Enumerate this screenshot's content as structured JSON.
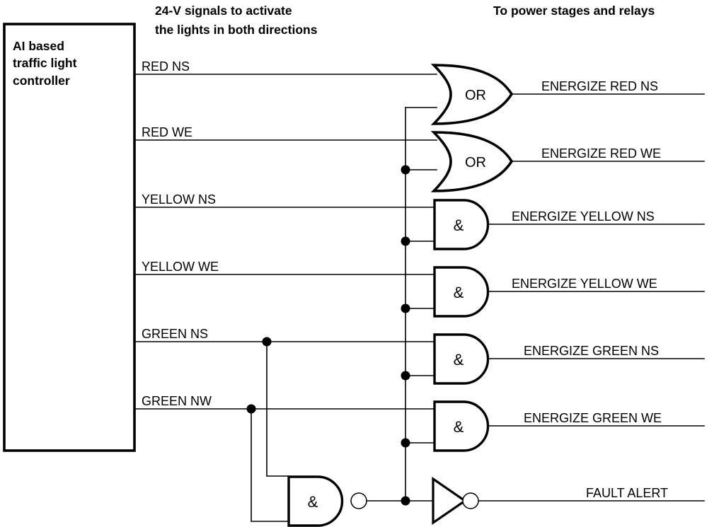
{
  "diagram": {
    "title_block": {
      "lines": [
        "AI based",
        "traffic light",
        "controller"
      ]
    },
    "headings": {
      "center_line1": "24-V signals to activate",
      "center_line2": "the lights in both directions",
      "right": "To power stages and relays"
    },
    "inputs": [
      {
        "label": "RED NS"
      },
      {
        "label": "RED WE"
      },
      {
        "label": "YELLOW NS"
      },
      {
        "label": "YELLOW WE"
      },
      {
        "label": "GREEN NS"
      },
      {
        "label": "GREEN NW"
      }
    ],
    "gates": [
      {
        "type": "or",
        "symbol": "OR",
        "output": "ENERGIZE RED NS"
      },
      {
        "type": "or",
        "symbol": "OR",
        "output": "ENERGIZE RED WE"
      },
      {
        "type": "and",
        "symbol": "&",
        "output": "ENERGIZE YELLOW NS"
      },
      {
        "type": "and",
        "symbol": "&",
        "output": "ENERGIZE YELLOW WE"
      },
      {
        "type": "and",
        "symbol": "&",
        "output": "ENERGIZE GREEN NS"
      },
      {
        "type": "and",
        "symbol": "&",
        "output": "ENERGIZE GREEN WE"
      },
      {
        "type": "nand",
        "symbol": "&",
        "output": ""
      },
      {
        "type": "inverter",
        "symbol": "",
        "output": "FAULT ALERT"
      }
    ],
    "outputs": [
      {
        "label": "ENERGIZE RED NS"
      },
      {
        "label": "ENERGIZE RED WE"
      },
      {
        "label": "ENERGIZE YELLOW NS"
      },
      {
        "label": "ENERGIZE YELLOW WE"
      },
      {
        "label": "ENERGIZE GREEN NS"
      },
      {
        "label": "ENERGIZE GREEN WE"
      },
      {
        "label": "FAULT ALERT"
      }
    ],
    "colors": {
      "ink": "#000000",
      "paper": "#ffffff"
    }
  }
}
